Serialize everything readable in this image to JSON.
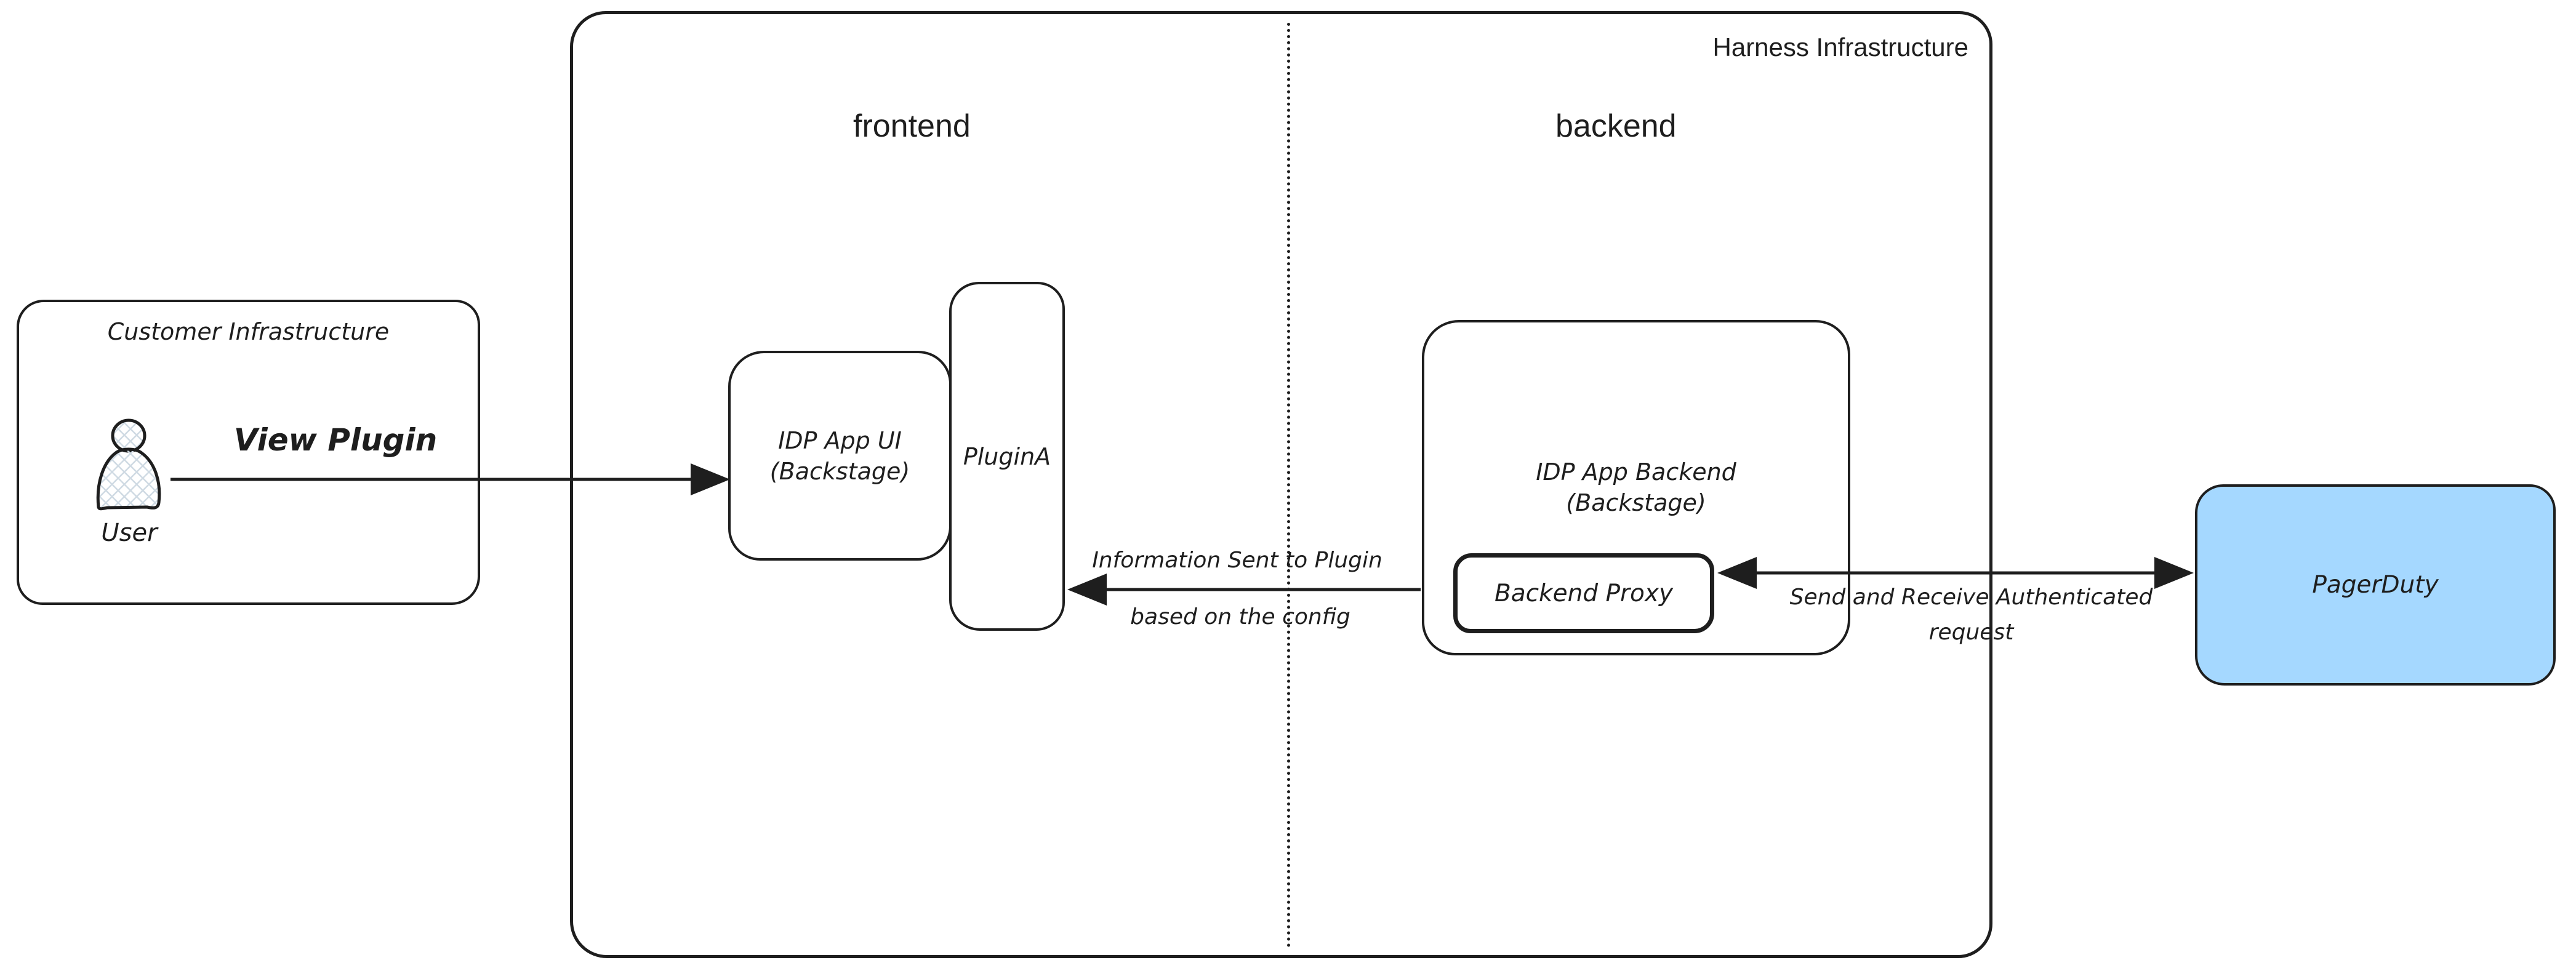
{
  "colors": {
    "background": "#ffffff",
    "stroke": "#1e1e1e",
    "text": "#1e1e1e",
    "pagerduty_fill": "#a5d8ff",
    "hatch": "#cfdae3"
  },
  "groups": {
    "customer": {
      "title": "Customer Infrastructure"
    },
    "harness": {
      "title": "Harness Infrastructure",
      "frontend_zone": "frontend",
      "backend_zone": "backend"
    }
  },
  "nodes": {
    "user": {
      "label": "User"
    },
    "idp_app_ui": {
      "line1": "IDP App UI",
      "line2": "(Backstage)"
    },
    "plugin_a": {
      "label": "PluginA"
    },
    "idp_app_backend": {
      "line1": "IDP App Backend",
      "line2": "(Backstage)"
    },
    "backend_proxy": {
      "label": "Backend Proxy"
    },
    "pagerduty": {
      "label": "PagerDuty"
    }
  },
  "edges": {
    "view_plugin": {
      "label": "View Plugin"
    },
    "info_to_plugin": {
      "line1": "Information Sent to Plugin",
      "line2": "based on the config"
    },
    "send_receive": {
      "line1": "Send and Receive Authenticated",
      "line2": "request"
    }
  }
}
